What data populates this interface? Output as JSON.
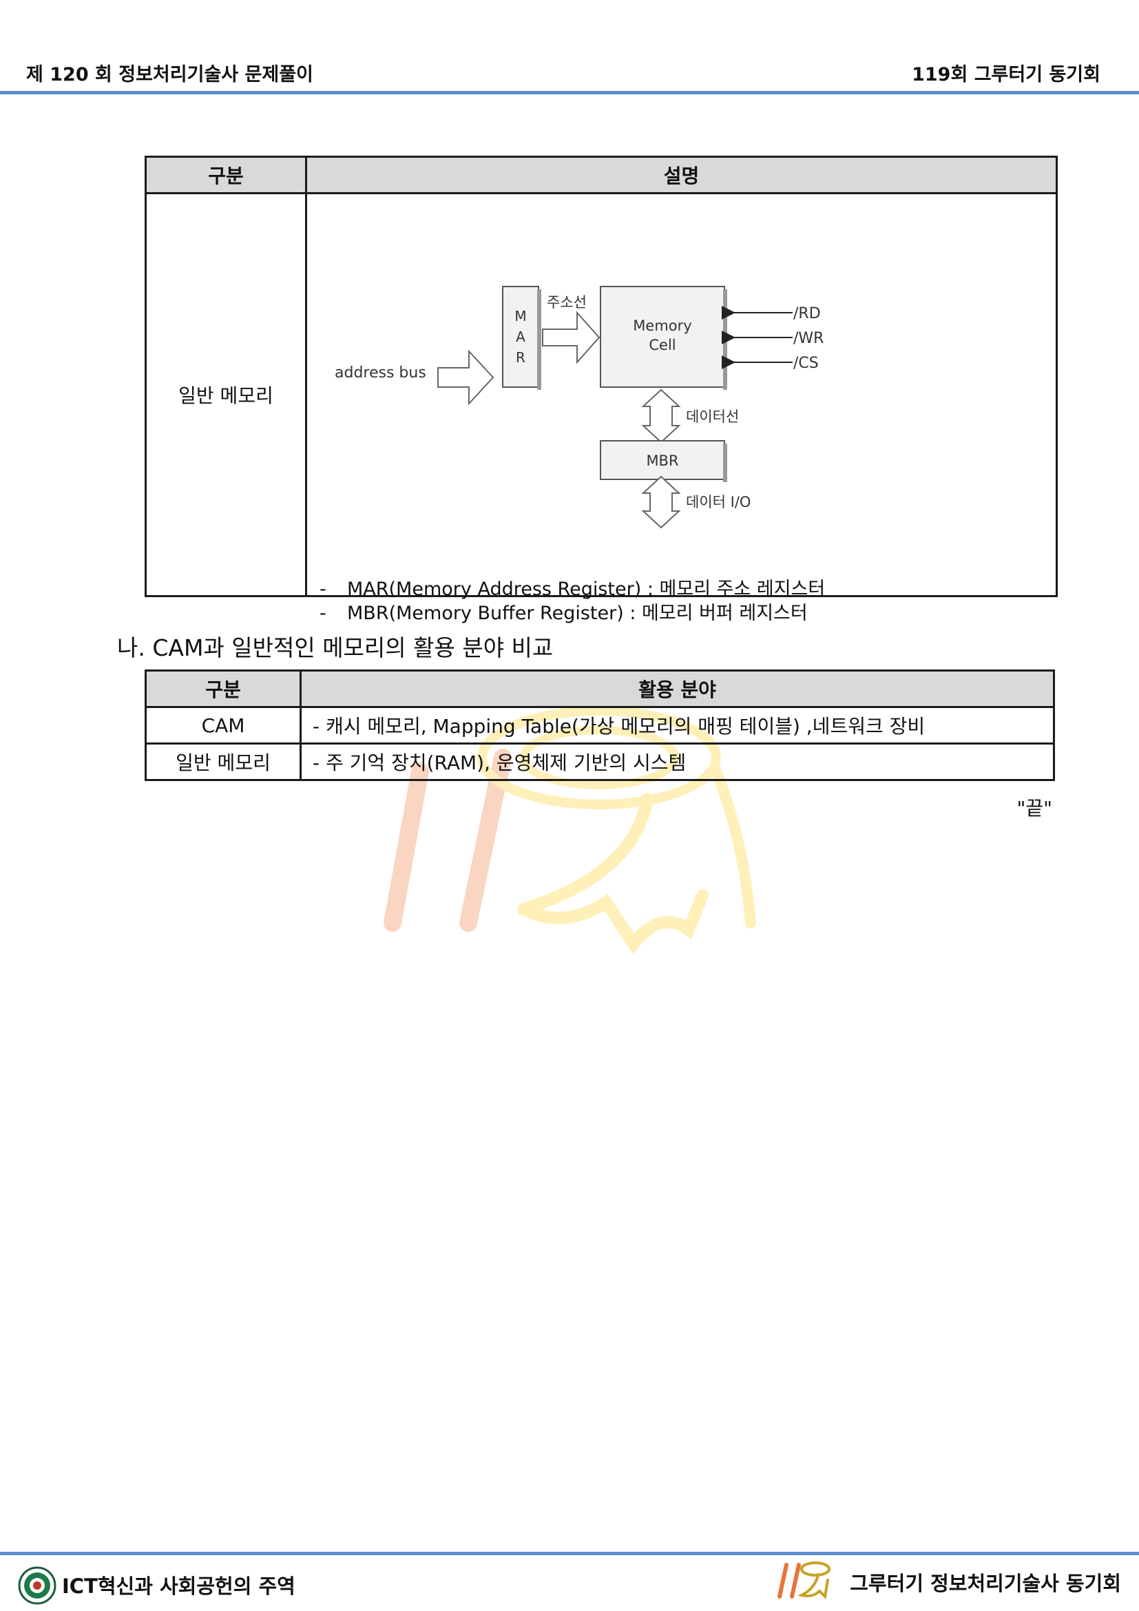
{
  "header": {
    "left": "제 120 회 정보처리기술사 문제풀이",
    "right": "119회 그루터기 동기회"
  },
  "table1": {
    "col1": "구분",
    "col2": "설명",
    "row_label": "일반 메모리",
    "diagram": {
      "address_bus": "address bus",
      "mar": [
        "M",
        "A",
        "R"
      ],
      "address_line": "주소선",
      "memory_cell": [
        "Memory",
        "Cell"
      ],
      "signals": [
        "/RD",
        "/WR",
        "/CS"
      ],
      "data_line": "데이터선",
      "mbr": "MBR",
      "data_io": "데이터 I/O"
    },
    "notes": [
      "MAR(Memory Address Register) : 메모리 주소 레지스터",
      "MBR(Memory Buffer Register) : 메모리 버퍼 레지스터"
    ],
    "note_marker": "-"
  },
  "section_heading": "나. CAM과 일반적인 메모리의 활용 분야 비교",
  "table2": {
    "col1": "구분",
    "col2": "활용 분야",
    "rows": [
      {
        "category": "CAM",
        "usage": "- 캐시 메모리, Mapping Table(가상 메모리의 매핑 테이블) ,네트워크 장비"
      },
      {
        "category": "일반 메모리",
        "usage": "- 주 기억 장치(RAM), 운영체제 기반의 시스템"
      }
    ]
  },
  "end_mark": "\"끝\"",
  "footer": {
    "left": "ICT혁신과 사회공헌의 주역",
    "right": "그루터기 정보처리기술사 동기회"
  },
  "colors": {
    "rule": "#5b8fd0",
    "header_fill": "#d9d9d9",
    "watermark_orange": "#f5a37a",
    "watermark_yellow": "#ffe066"
  }
}
